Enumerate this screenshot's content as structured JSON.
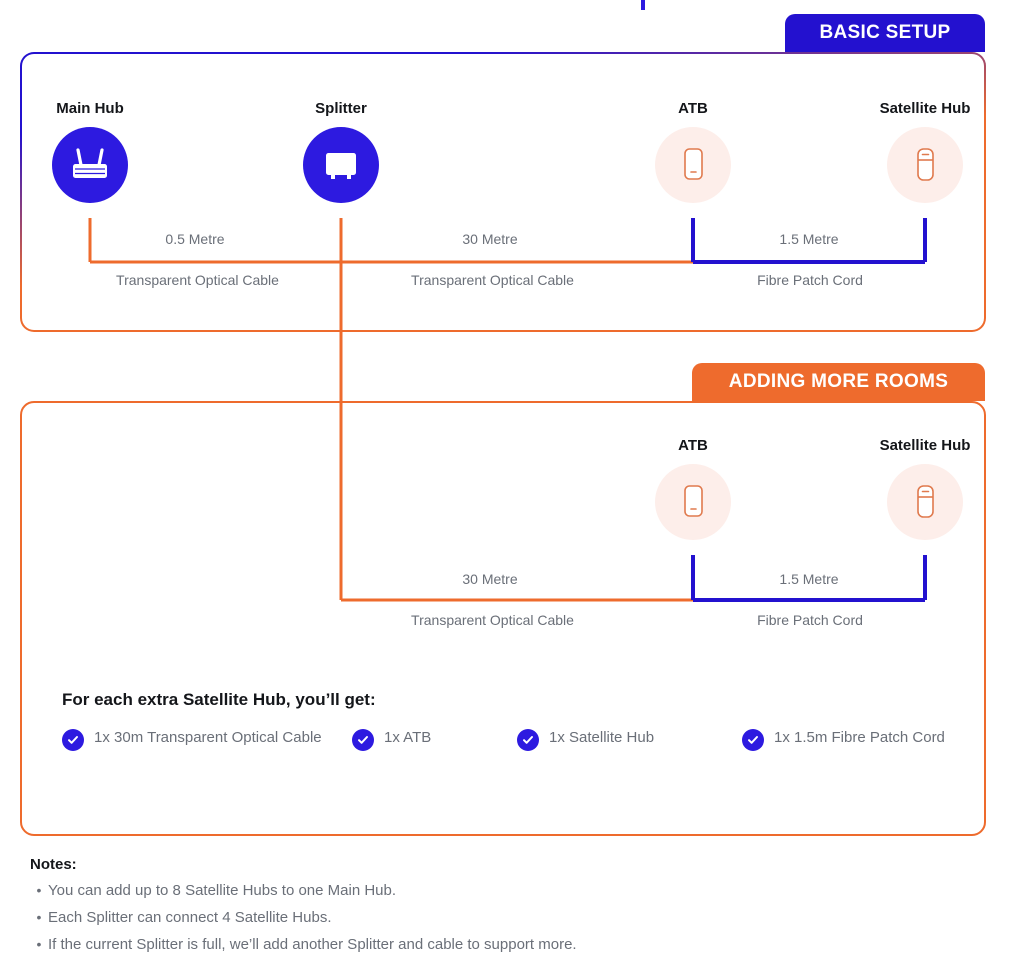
{
  "colors": {
    "blue": "#2311cf",
    "blue_icon": "#2d1ae0",
    "orange": "#ee6b2d",
    "peach": "#fdeeea",
    "text_dark": "#14161a",
    "text_muted": "#6a6f78"
  },
  "panels": [
    {
      "badge": "BASIC SETUP",
      "nodes": [
        {
          "label": "Main Hub",
          "icon": "router-icon",
          "style": "blue"
        },
        {
          "label": "Splitter",
          "icon": "splitter-icon",
          "style": "blue"
        },
        {
          "label": "ATB",
          "icon": "atb-icon",
          "style": "peach"
        },
        {
          "label": "Satellite Hub",
          "icon": "satellite-hub-icon",
          "style": "peach"
        }
      ],
      "links": [
        {
          "metre": "0.5 Metre",
          "cable": "Transparent Optical Cable"
        },
        {
          "metre": "30 Metre",
          "cable": "Transparent Optical Cable"
        },
        {
          "metre": "1.5 Metre",
          "cable": "Fibre Patch Cord"
        }
      ]
    },
    {
      "badge": "ADDING MORE ROOMS",
      "nodes": [
        {
          "label": "ATB",
          "icon": "atb-icon",
          "style": "peach"
        },
        {
          "label": "Satellite Hub",
          "icon": "satellite-hub-icon",
          "style": "peach"
        }
      ],
      "links": [
        {
          "metre": "30 Metre",
          "cable": "Transparent Optical Cable"
        },
        {
          "metre": "1.5 Metre",
          "cable": "Fibre Patch Cord"
        }
      ]
    }
  ],
  "extras": {
    "title": "For each extra Satellite Hub, you’ll get:",
    "items": [
      "1x 30m Transparent Optical Cable",
      "1x ATB",
      "1x Satellite Hub",
      "1x 1.5m Fibre Patch Cord"
    ]
  },
  "notes": {
    "title": "Notes:",
    "bullet": "•",
    "items": [
      "You can add up to 8 Satellite Hubs to one Main Hub.",
      "Each Splitter can connect 4 Satellite Hubs.",
      "If the current Splitter is full, we’ll add another Splitter and cable to support more."
    ]
  }
}
